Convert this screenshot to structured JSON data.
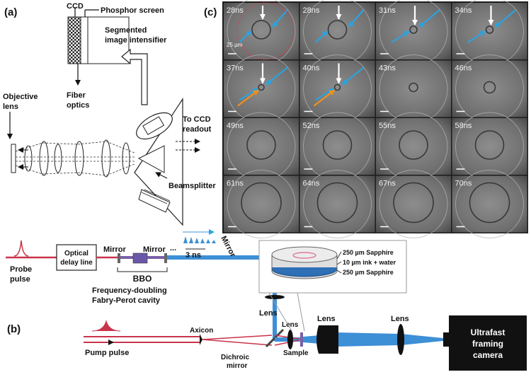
{
  "panels": {
    "a": "(a)",
    "b": "(b)",
    "c": "(c)"
  },
  "panel_a": {
    "ccd": "CCD",
    "phosphor_screen": "Phosphor screen",
    "intensifier_line1": "Segmented",
    "intensifier_line2": "image intensifier",
    "fiber_line1": "Fiber",
    "fiber_line2": "optics",
    "objective_line1": "Objective",
    "objective_line2": "lens",
    "readout_line1": "To CCD",
    "readout_line2": "readout",
    "beamsplitter": "Beamsplitter"
  },
  "panel_b": {
    "probe_line1": "Probe",
    "probe_line2": "pulse",
    "delay_line1": "Optical",
    "delay_line2": "delay line",
    "mirror_left": "Mirror",
    "mirror_right": "Mirror",
    "ellipsis": "...",
    "pulse_spacing": "3 ns",
    "mirror_vertical": "Mirror",
    "bbo": "BBO",
    "cavity_line1": "Frequency-doubling",
    "cavity_line2": "Fabry-Perot cavity",
    "lens_vertical": "Lens",
    "pump": "Pump pulse",
    "axicon": "Axicon",
    "dichroic_line1": "Dichroic",
    "dichroic_line2": "mirror",
    "lens_sample": "Lens",
    "sample": "Sample",
    "lens_big": "Lens",
    "lens_far": "Lens",
    "camera_line1": "Ultrafast",
    "camera_line2": "framing",
    "camera_line3": "camera",
    "sample_layers": [
      "250 µm Sapphire",
      "10 µm ink + water",
      "250 µm Sapphire"
    ]
  },
  "panel_c": {
    "scale_bar": "25 µm",
    "frames": [
      "28ns",
      "28ns",
      "31ns",
      "34ns",
      "37ns",
      "40ns",
      "43ns",
      "46ns",
      "49ns",
      "52ns",
      "55ns",
      "58ns",
      "61ns",
      "64ns",
      "67ns",
      "70ns"
    ],
    "frame_states": [
      "ring",
      "ring",
      "small",
      "small",
      "burst",
      "burst",
      "faint",
      "bubble-small",
      "ring-large",
      "ring-large",
      "ring-large",
      "ring-large",
      "ring-xl",
      "ring-xl",
      "ring-xl",
      "ring-xl"
    ],
    "arrow_colors": {
      "white": "#ffffff",
      "blue": "#2aa3e0",
      "orange": "#f0901e"
    }
  },
  "colors": {
    "probe_beam": "#c8344a",
    "blue_beam": "#3d8fd6",
    "pump_beam": "#c8344a",
    "camera": "#111111"
  }
}
